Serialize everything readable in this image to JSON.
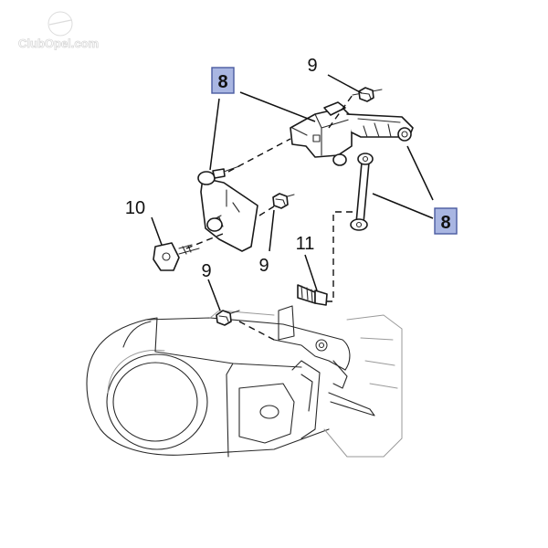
{
  "watermark": {
    "text": "ClubOpel.com"
  },
  "callouts": [
    {
      "id": "8a",
      "text": "8",
      "boxed": true
    },
    {
      "id": "9a",
      "text": "9",
      "boxed": false
    },
    {
      "id": "8b",
      "text": "8",
      "boxed": true
    },
    {
      "id": "10",
      "text": "10",
      "boxed": false
    },
    {
      "id": "9b",
      "text": "9",
      "boxed": false
    },
    {
      "id": "11",
      "text": "11",
      "boxed": false
    },
    {
      "id": "9c",
      "text": "9",
      "boxed": false
    }
  ],
  "colors": {
    "callout_box_fill": "#a9b6e2",
    "callout_box_stroke": "#4a5aa0",
    "line": "#1a1a1a"
  }
}
